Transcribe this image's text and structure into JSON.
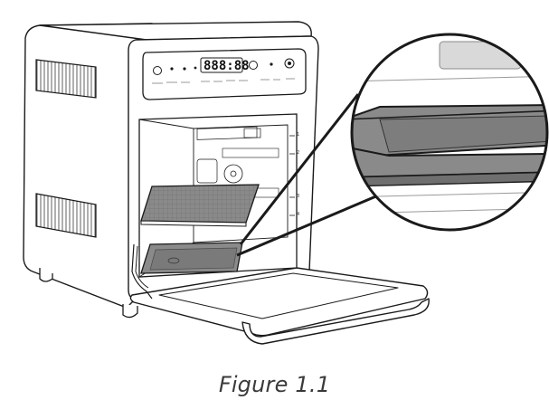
{
  "figure": {
    "caption": "Figure 1.1",
    "display_digits": "888:88",
    "rack_positions": [
      "1",
      "2",
      "3",
      "4"
    ]
  },
  "colors": {
    "outline": "#1a1a1a",
    "tray_fill": "#8a8a8a",
    "tray_dark": "#6f6f6f",
    "caption": "#3a3a3a"
  }
}
